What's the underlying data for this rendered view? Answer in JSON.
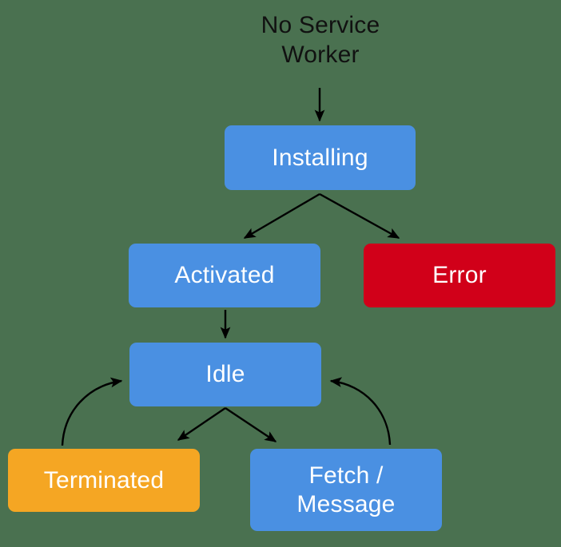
{
  "diagram": {
    "title_caption": "No Service Worker",
    "background_color": "#4a7150",
    "arrow_color": "#000000",
    "type": "state-lifecycle-flowchart",
    "nodes": [
      {
        "id": "no-service-worker",
        "label": "No Service\nWorker",
        "kind": "caption",
        "color": "#111111"
      },
      {
        "id": "installing",
        "label": "Installing",
        "kind": "state",
        "color": "#4a90e2"
      },
      {
        "id": "activated",
        "label": "Activated",
        "kind": "state",
        "color": "#4a90e2"
      },
      {
        "id": "error",
        "label": "Error",
        "kind": "state",
        "color": "#d10019"
      },
      {
        "id": "idle",
        "label": "Idle",
        "kind": "state",
        "color": "#4a90e2"
      },
      {
        "id": "terminated",
        "label": "Terminated",
        "kind": "state",
        "color": "#f5a623"
      },
      {
        "id": "fetch",
        "label": "Fetch /\nMessage",
        "kind": "state",
        "color": "#4a90e2"
      }
    ],
    "edges": [
      {
        "from": "no-service-worker",
        "to": "installing",
        "style": "straight"
      },
      {
        "from": "installing",
        "to": "activated",
        "style": "straight"
      },
      {
        "from": "installing",
        "to": "error",
        "style": "straight"
      },
      {
        "from": "activated",
        "to": "idle",
        "style": "straight"
      },
      {
        "from": "idle",
        "to": "terminated",
        "style": "straight"
      },
      {
        "from": "idle",
        "to": "fetch",
        "style": "straight"
      },
      {
        "from": "terminated",
        "to": "idle",
        "style": "curved"
      },
      {
        "from": "fetch",
        "to": "idle",
        "style": "curved"
      }
    ]
  }
}
